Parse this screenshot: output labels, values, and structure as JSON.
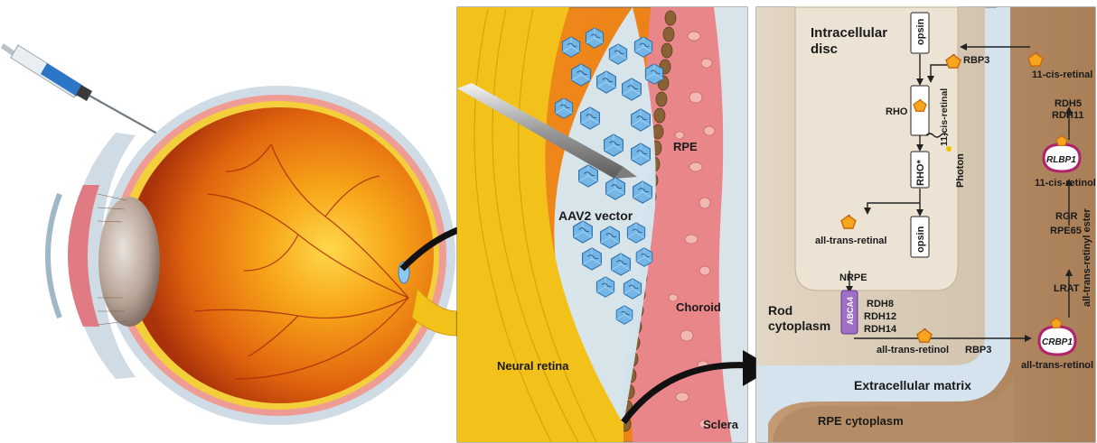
{
  "panel2": {
    "rpe": "RPE",
    "aav2_vector": "AAV2 vector",
    "choroid": "Choroid",
    "neural_retina": "Neural retina",
    "sclera": "Sclera"
  },
  "panel3": {
    "intracellular_disc_l1": "Intracellular",
    "intracellular_disc_l2": "disc",
    "opsin_top": "opsin",
    "rho": "RHO",
    "rho_star": "RHO*",
    "opsin_bottom": "opsin",
    "eleven_cis_retinal_vertical": "11-cis-retinal",
    "photon": "Photon",
    "rbp3_top": "RBP3",
    "eleven_cis_retinal_right": "11-cis-retinal",
    "rdh5": "RDH5",
    "rdh11": "RDH11",
    "rlbp1": "RLBP1",
    "eleven_cis_retinol": "11-cis-retinol",
    "rgr": "RGR",
    "rpe65": "RPE65",
    "lrat": "LRAT",
    "all_trans_retinyl_ester": "all-trans-retinyl ester",
    "all_trans_retinal": "all-trans-retinal",
    "nrpe": "NRPE",
    "abca4": "ABCA4",
    "rdh8": "RDH8",
    "rdh12": "RDH12",
    "rdh14": "RDH14",
    "rod_cytoplasm_l1": "Rod",
    "rod_cytoplasm_l2": "cytoplasm",
    "all_trans_retinol_left": "all-trans-retinol",
    "rbp3_bottom": "RBP3",
    "crbp1": "CRBP1",
    "all_trans_retinol_right": "all-trans-retinol",
    "extracellular_matrix": "Extracellular matrix",
    "rpe_cytoplasm": "RPE cytoplasm"
  },
  "colors": {
    "retina_yellow": "#f2c21a",
    "rpe_brown": "#8a6236",
    "choroid_pink": "#e9868a",
    "sclera_gray": "#d9e3ea",
    "vector_blue": "#6aaee0",
    "rod_beige": "#d9cdb9",
    "rpe_tan": "#b48c66",
    "ecm_blue": "#d4e3ee",
    "chromophore_orange": "#f29a1f",
    "protein_magenta": "#b0226b"
  }
}
